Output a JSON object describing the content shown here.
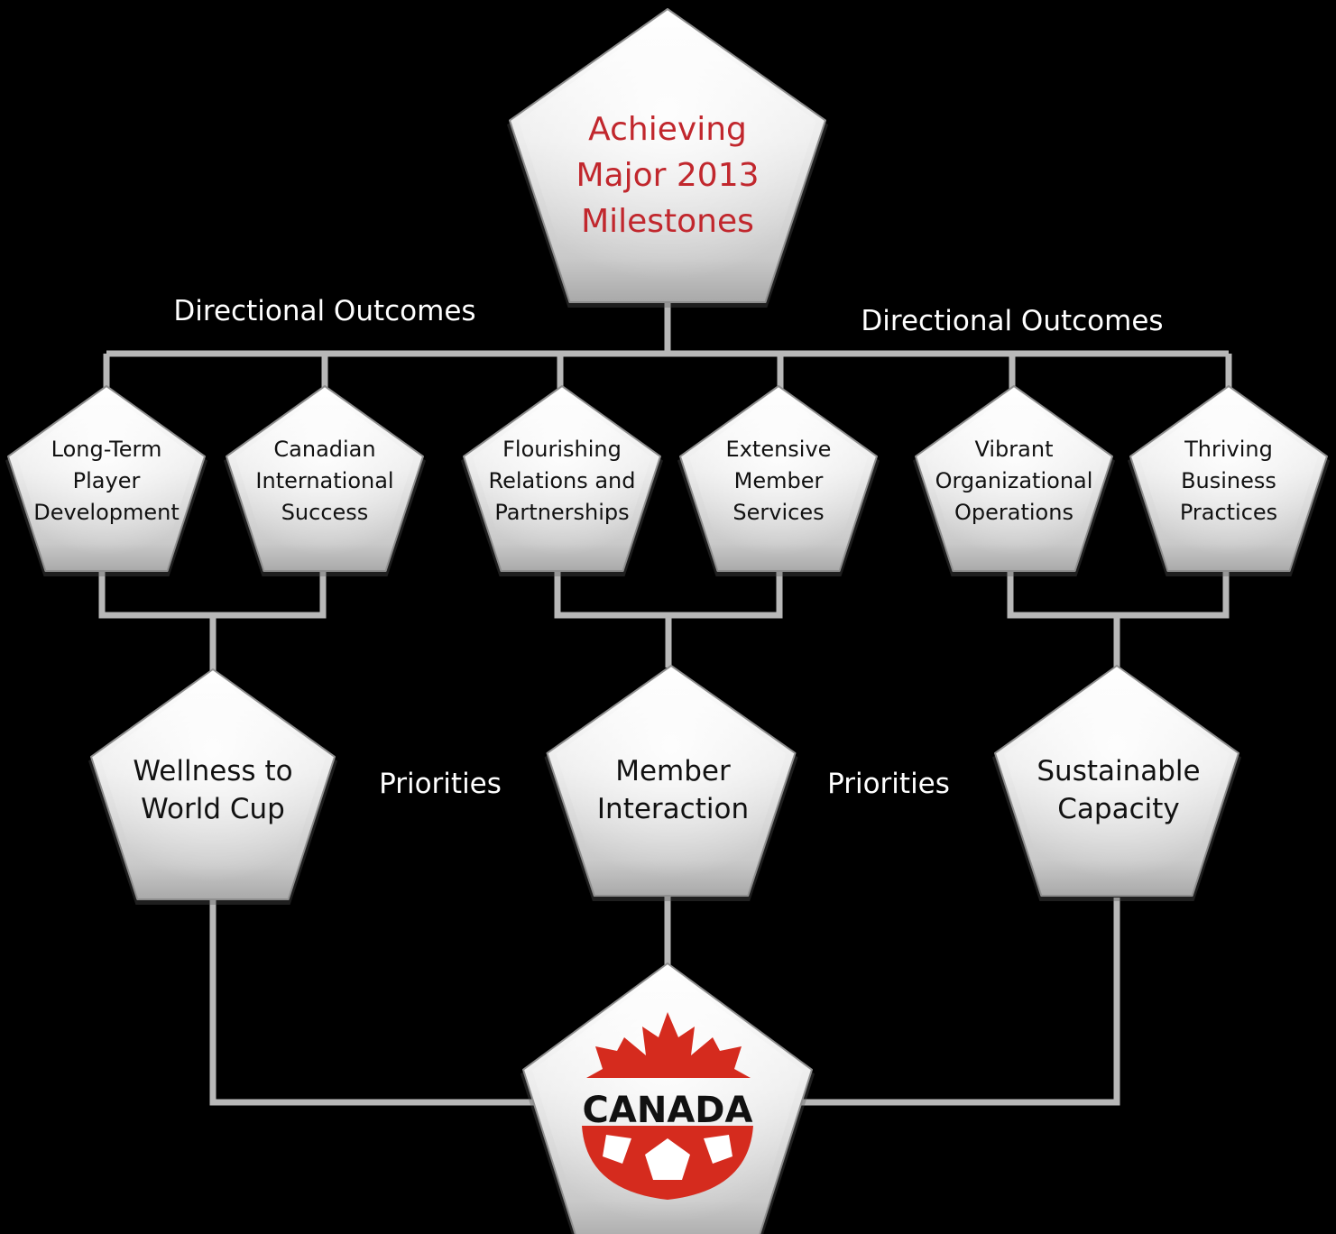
{
  "colors": {
    "background": "#000000",
    "connector": "#b8b8b8",
    "goal_text": "#c1272d",
    "node_text": "#111111",
    "label_text": "#ffffff",
    "leaf_red": "#d52b1e"
  },
  "goal": {
    "lines": [
      "Achieving",
      "Major 2013",
      "Milestones"
    ]
  },
  "section_labels": {
    "outcomes_left": "Directional Outcomes",
    "outcomes_right": "Directional Outcomes",
    "priorities_left": "Priorities",
    "priorities_right": "Priorities"
  },
  "outcomes": [
    {
      "lines": [
        "Long-Term",
        "Player",
        "Development"
      ]
    },
    {
      "lines": [
        "Canadian",
        "International",
        "Success"
      ]
    },
    {
      "lines": [
        "Flourishing",
        "Relations and",
        "Partnerships"
      ]
    },
    {
      "lines": [
        "Extensive",
        "Member",
        "Services"
      ]
    },
    {
      "lines": [
        "Vibrant",
        "Organizational",
        "Operations"
      ]
    },
    {
      "lines": [
        "Thriving",
        "Business",
        "Practices"
      ]
    }
  ],
  "priorities": [
    {
      "lines": [
        "Wellness to",
        "World Cup"
      ]
    },
    {
      "lines": [
        "Member",
        "Interaction"
      ]
    },
    {
      "lines": [
        "Sustainable",
        "Capacity"
      ]
    }
  ],
  "logo": {
    "wordmark": "CANADA",
    "icon": "canada-soccer-logo-icon"
  }
}
